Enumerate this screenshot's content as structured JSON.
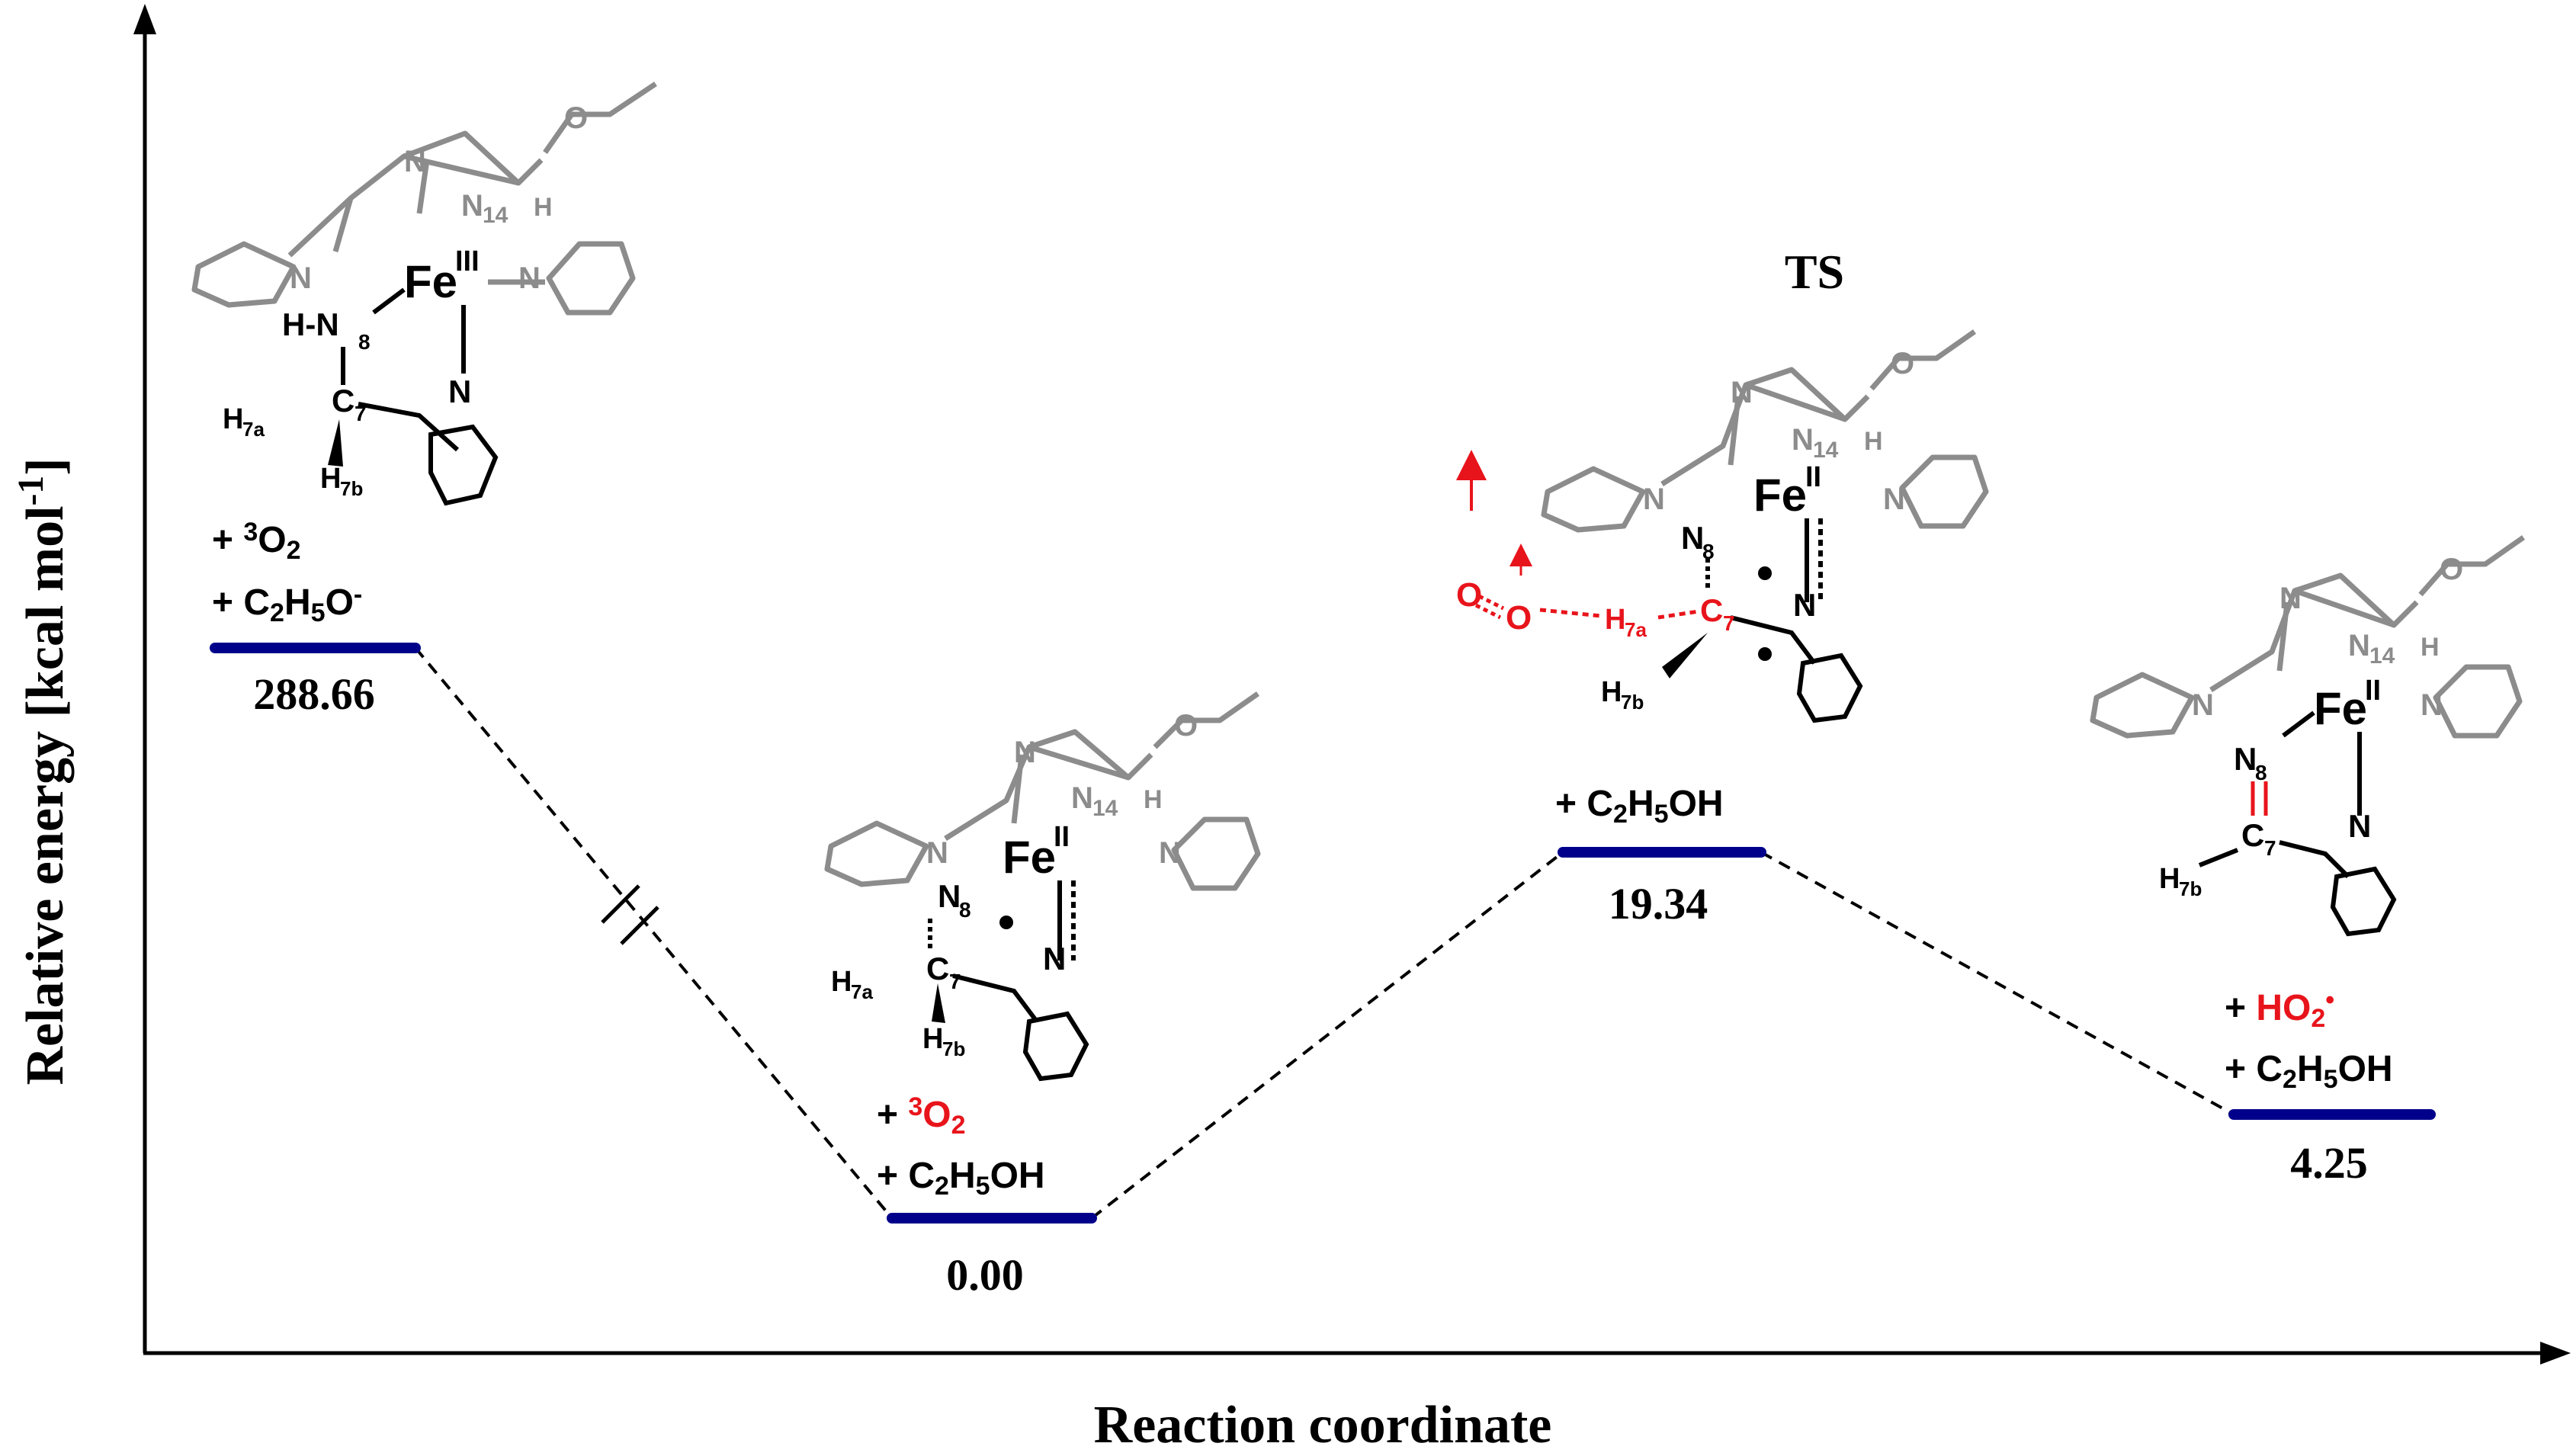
{
  "axes": {
    "y_label": "Relative energy [kcal mol",
    "y_label_sup": "-1",
    "y_label_close": "]",
    "x_label": "Reaction coordinate"
  },
  "ts_label": "TS",
  "states": [
    {
      "id": "reactant",
      "energy": 288.66,
      "energy_label": "288.66",
      "oxidation": "III",
      "extras": [
        {
          "pre": "+ ",
          "parts": [
            {
              "t": "3",
              "k": "sup"
            },
            {
              "t": "O"
            },
            {
              "t": "2",
              "k": "sub"
            }
          ],
          "color": "#000000"
        },
        {
          "pre": "+ ",
          "parts": [
            {
              "t": "C"
            },
            {
              "t": "2",
              "k": "sub"
            },
            {
              "t": "H"
            },
            {
              "t": "5",
              "k": "sub"
            },
            {
              "t": "O"
            },
            {
              "t": "-",
              "k": "sup"
            }
          ],
          "color": "#000000"
        }
      ]
    },
    {
      "id": "intermediate",
      "energy": 0.0,
      "energy_label": "0.00",
      "oxidation": "II",
      "extras": [
        {
          "pre": "+ ",
          "parts": [
            {
              "t": "3",
              "k": "sup"
            },
            {
              "t": "O"
            },
            {
              "t": "2",
              "k": "sub"
            }
          ],
          "color": "#e8141b"
        },
        {
          "pre": "+ ",
          "parts": [
            {
              "t": "C"
            },
            {
              "t": "2",
              "k": "sub"
            },
            {
              "t": "H"
            },
            {
              "t": "5",
              "k": "sub"
            },
            {
              "t": "OH"
            }
          ],
          "color": "#000000"
        }
      ]
    },
    {
      "id": "transition-state",
      "energy": 19.34,
      "energy_label": "19.34",
      "oxidation": "II",
      "extras": [
        {
          "pre": "+ ",
          "parts": [
            {
              "t": "C"
            },
            {
              "t": "2",
              "k": "sub"
            },
            {
              "t": "H"
            },
            {
              "t": "5",
              "k": "sub"
            },
            {
              "t": "OH"
            }
          ],
          "color": "#000000"
        }
      ]
    },
    {
      "id": "product",
      "energy": 4.25,
      "energy_label": "4.25",
      "oxidation": "II",
      "extras": [
        {
          "pre": "+ ",
          "parts": [
            {
              "t": "HO"
            },
            {
              "t": "2",
              "k": "sub"
            },
            {
              "t": "•",
              "k": "sup"
            }
          ],
          "color": "#e8141b"
        },
        {
          "pre": "+ ",
          "parts": [
            {
              "t": "C"
            },
            {
              "t": "2",
              "k": "sub"
            },
            {
              "t": "H"
            },
            {
              "t": "5",
              "k": "sub"
            },
            {
              "t": "OH"
            }
          ],
          "color": "#000000"
        }
      ]
    }
  ],
  "atom_labels": {
    "fe": "Fe",
    "n": "N",
    "n8": "8",
    "n14": "14",
    "h": "H",
    "c": "C",
    "c7": "7",
    "h7a": "7a",
    "h7b": "7b",
    "o": "O",
    "hn": "H-N"
  },
  "colors": {
    "level": "#00008b",
    "gray_ligand": "#8c8c8c",
    "highlight": "#e8141b",
    "black": "#000000"
  }
}
